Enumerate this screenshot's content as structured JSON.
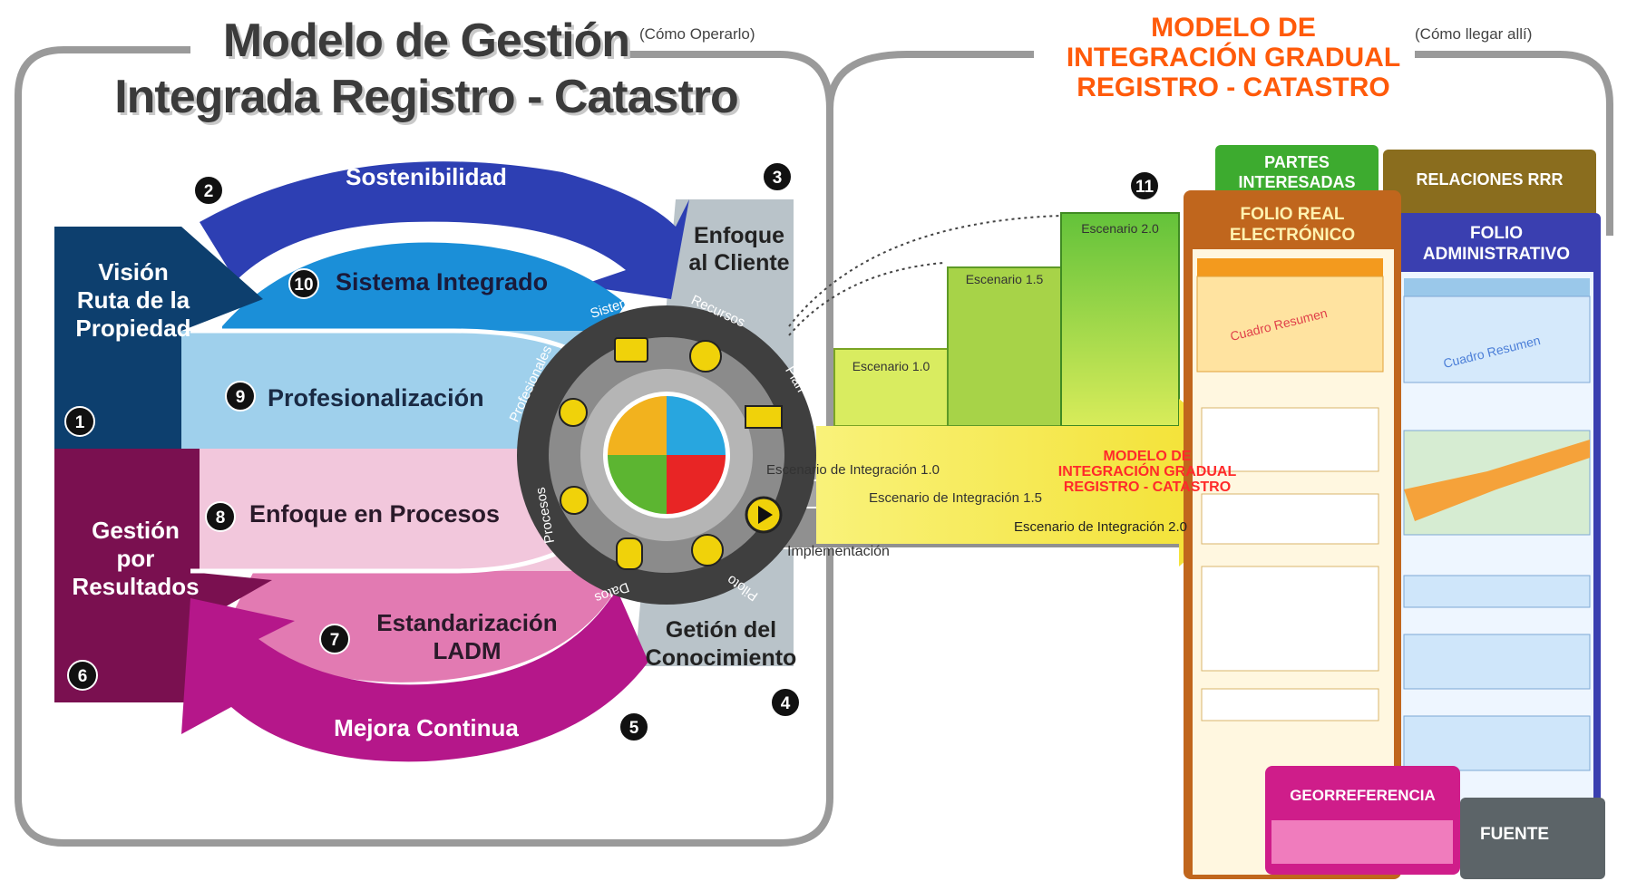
{
  "title": {
    "main_line1": "Modelo de Gestión",
    "main_line2": "Integrada Registro - Catastro",
    "left_note": "(Cómo Operarlo)",
    "right_line1": "MODELO DE",
    "right_line2": "INTEGRACIÓN GRADUAL",
    "right_line3": "REGISTRO - CATASTRO",
    "right_note": "(Cómo llegar allí)"
  },
  "cycle": {
    "sostenibilidad": "Sostenibilidad",
    "vision": [
      "Visión",
      "Ruta de la",
      "Propiedad"
    ],
    "enfoque_cliente": [
      "Enfoque",
      "al Cliente"
    ],
    "sistema_integrado": "Sistema Integrado",
    "profesionalizacion": "Profesionalización",
    "gestion_resultados": [
      "Gestión",
      "por",
      "Resultados"
    ],
    "enfoque_procesos": "Enfoque en Procesos",
    "estandarizacion": [
      "Estandarización",
      "LADM"
    ],
    "gestion_conocimiento": [
      "Getión del",
      "Conocimiento"
    ],
    "mejora_continua": "Mejora Continua",
    "numbers": [
      "1",
      "2",
      "3",
      "4",
      "5",
      "6",
      "7",
      "8",
      "9",
      "10",
      "11"
    ]
  },
  "wheel": {
    "sistema": "Sistema",
    "recursos": "Recursos",
    "plan": "Plan",
    "profesionales": "Profesionales",
    "procesos": "Procesos",
    "datos": "Datos",
    "pilotos": "Piloto"
  },
  "arrows": {
    "int_1_0": "Escenario de Integración 1.0",
    "int_1_5": "Escenario de Integración 1.5",
    "int_2_0": "Escenario de Integración 2.0",
    "implementacion": "Implementación",
    "big_line1": "MODELO DE",
    "big_line2": "INTEGRACIÓN GRADUAL",
    "big_line3": "REGISTRO - CATASTRO"
  },
  "stairs": {
    "s1": "Escenario 1.0",
    "s2": "Escenario 1.5",
    "s3": "Escenario 2.0"
  },
  "cards": {
    "partes": [
      "PARTES",
      "INTERESADAS"
    ],
    "relaciones": "RELACIONES RRR",
    "folio_real": [
      "FOLIO REAL",
      "ELECTRÓNICO"
    ],
    "folio_admin": [
      "FOLIO",
      "ADMINISTRATIVO"
    ],
    "georreferencia": "GEORREFERENCIA",
    "fuente": "FUENTE",
    "cuadro_resumen": "Cuadro Resumen"
  },
  "colors": {
    "dark_navy": "#0d3f6e",
    "blue": "#2d3fb3",
    "cyan": "#1b8fd8",
    "light_blue": "#9fd0ec",
    "maroon": "#7a1050",
    "pink_light": "#f2c7dc",
    "pink": "#e27ab2",
    "magenta": "#b5178a",
    "gray_panel": "#b5c0c6",
    "yellow": "#f6e94d",
    "orange": "#ff5a0a",
    "brown": "#c0661d",
    "green": "#3dab2f"
  }
}
